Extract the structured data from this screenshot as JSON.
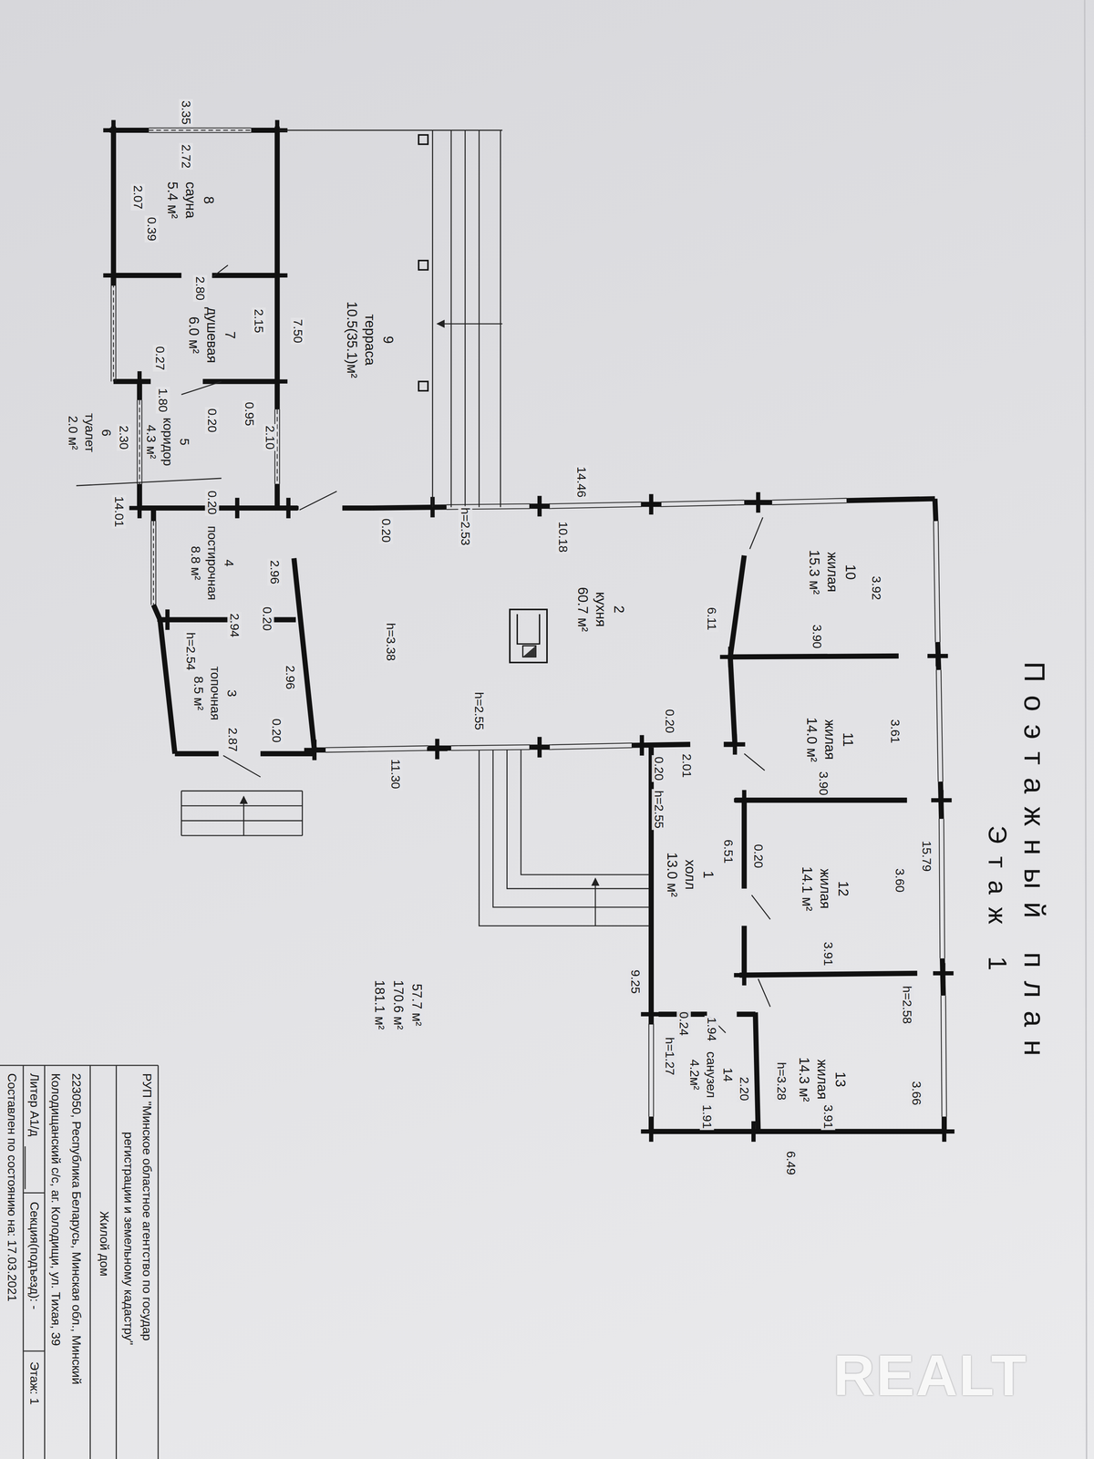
{
  "diagram": {
    "title": "Поэтажный план",
    "nodes": [
      {
        "text": [
          "1",
          "холл",
          "13.0 м²"
        ]
      },
      {
        "text": [
          "2",
          "кухня",
          "60.7 м²"
        ]
      },
      {
        "text": [
          "3",
          "топочная",
          "8.5 м²"
        ]
      },
      {
        "text": [
          "4",
          "постирочная",
          "8.8 м²"
        ]
      },
      {
        "text": [
          "5",
          "коридор",
          "4.3 м²"
        ]
      },
      {
        "text": [
          "6",
          "туалет",
          "2.0 м²"
        ]
      },
      {
        "text": [
          "7",
          "душевая",
          "6.0 м²"
        ]
      },
      {
        "text": [
          "8",
          "сауна",
          "5.4 м²"
        ]
      },
      {
        "text": [
          "9",
          "терраса",
          "10.5(35.1)м²"
        ]
      },
      {
        "text": [
          "10",
          "жилая",
          "15.3 м²"
        ]
      },
      {
        "text": [
          "11",
          "жилая",
          "14.0 м²"
        ]
      },
      {
        "text": [
          "12",
          "жилая",
          "14.1 м²"
        ]
      },
      {
        "text": [
          "13",
          "жилая",
          "14.3 м²"
        ]
      },
      {
        "text": [
          "14",
          "санузел",
          "4.2м²"
        ]
      }
    ],
    "labels": [
      "Этаж 1",
      "3.35",
      "2.72",
      "2.07",
      "0.39",
      "2.80",
      "2.15",
      "7.50",
      "0.27",
      "1.80",
      "0.20",
      "0.95",
      "2.10",
      "2.30",
      "14.01",
      "0.20",
      "0.20",
      "h=2.53",
      "14.46",
      "10.18",
      "2.96",
      "2.94",
      "0.20",
      "h=3.38",
      "6.11",
      "3.92",
      "3.90",
      "h=2.54",
      "2.96",
      "2.87",
      "0.20",
      "11.30",
      "h=2.55",
      "0.20",
      "2.01",
      "0.20",
      "3.61",
      "3.90",
      "h=2.55",
      "15.79",
      "6.51",
      "0.20",
      "3.60",
      "3.91",
      "9.25",
      "h=2.58",
      "0.24",
      "1.94",
      "h=1.27",
      "h=3.28",
      "2.20",
      "3.66",
      "1.91",
      "3.91",
      "6.49",
      "57.7 м²",
      "170.6 м²",
      "181.1 м²",
      "РУП \"Минское областное агентство по государ",
      "регистрации и земельному кадастру\"",
      "Жилой дом",
      "223050, Республика Беларусь, Минская обл., Минский",
      "Колодищанский с/с, аг. Колодищи, ул. Тихая, 39",
      "Литер А1/д",
      "Секция(подъезд): -",
      "Этаж: 1",
      "Составлен по состоянию на: 17.03.2021",
      "REALT"
    ]
  }
}
